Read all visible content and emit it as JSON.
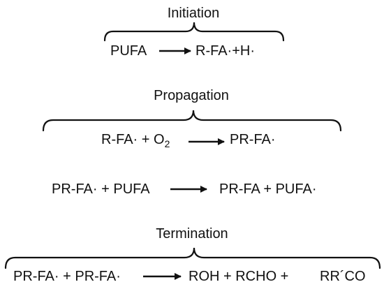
{
  "sections": {
    "initiation": {
      "title": "Initiation",
      "reactant": "PUFA",
      "product": "R-FA·+H·"
    },
    "propagation": {
      "title": "Propagation",
      "r1_reactant_a": "R-FA· + O",
      "r1_reactant_sub": "2",
      "r1_product": "PR-FA·",
      "r2_reactant": "PR-FA· + PUFA",
      "r2_product": "PR-FA + PUFA·"
    },
    "termination": {
      "title": "Termination",
      "reactant": "PR-FA· + PR-FA·",
      "product_1": "ROH + RCHO +",
      "product_2": "RR´CO"
    }
  }
}
